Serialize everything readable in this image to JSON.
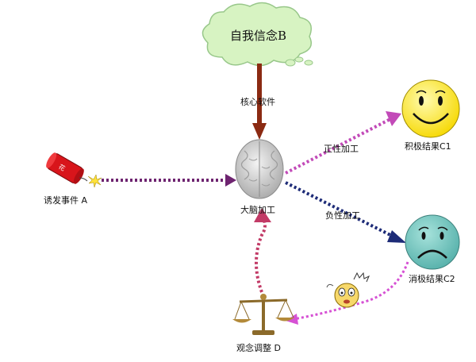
{
  "cloud": {
    "label": "自我信念B"
  },
  "edges": {
    "core": "核心软件",
    "positive": "正性加工",
    "negative": "负性加工"
  },
  "nodes": {
    "trigger": "诱发事件 A",
    "brain": "大脑加工",
    "positive_result": "积极结果C1",
    "negative_result": "消极结果C2",
    "adjust": "观念调整 D"
  },
  "colors": {
    "cloud_fill": "#d7f3c2",
    "core_arrow": "#8b2a12",
    "positive_arrow": "#c24ab8",
    "negative_arrow": "#1d2b77",
    "feedback_arrow": "#c23a66",
    "trigger_arrow": "#6e2470",
    "happy_face": "#fff200",
    "sad_face": "#73c9c2"
  }
}
